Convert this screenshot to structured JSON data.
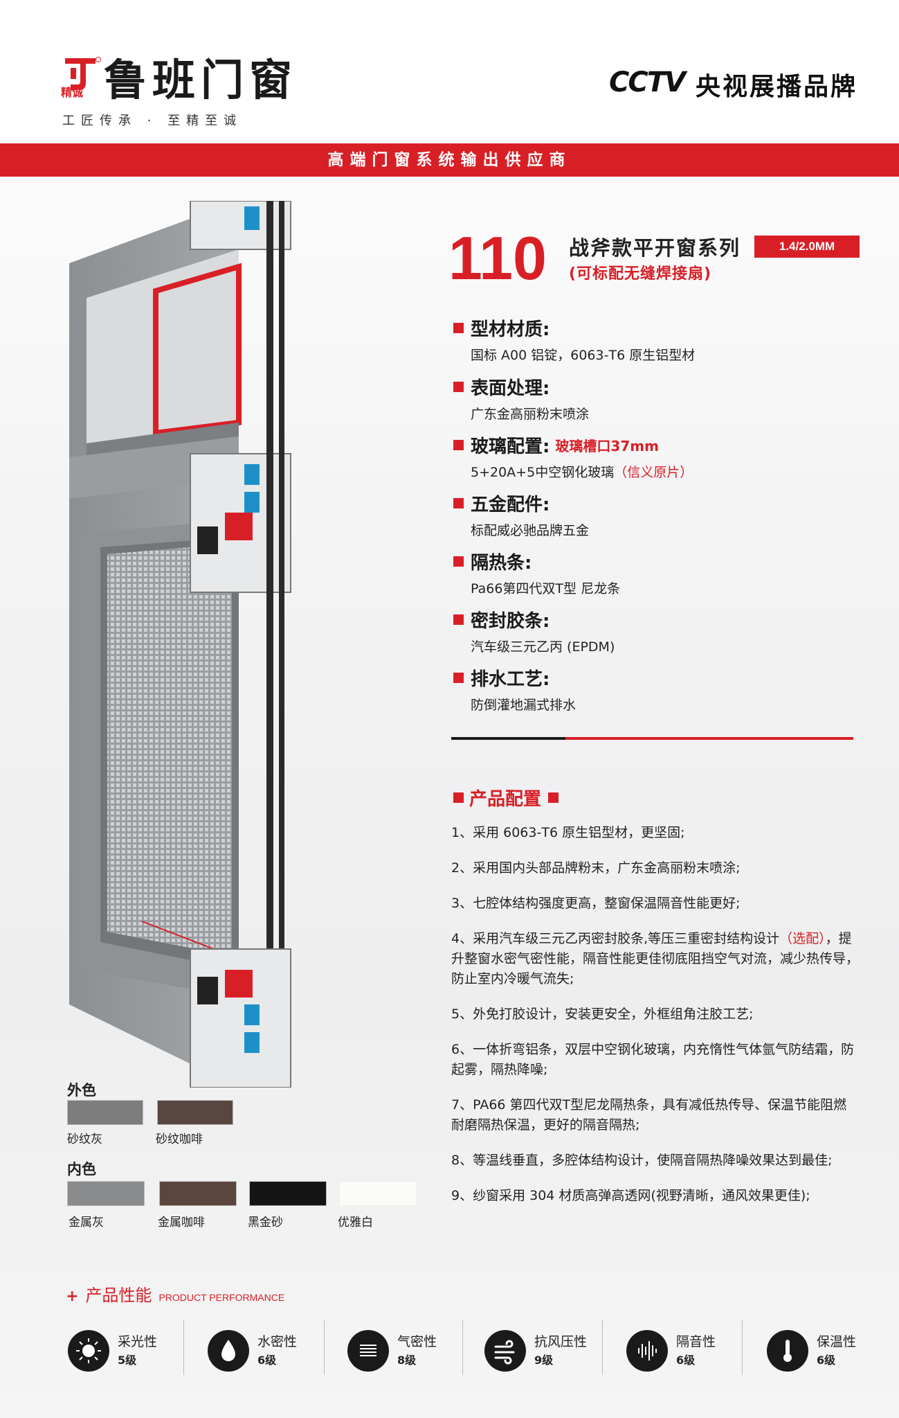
{
  "header": {
    "logo_text": "精诚",
    "brand_name": "鲁班门窗",
    "slogan": "工匠传承 · 至精至诚",
    "cctv_logo": "CCTV",
    "cctv_text": "央视展播品牌"
  },
  "banner": {
    "text": "高端门窗系统输出供应商"
  },
  "product": {
    "series_number": "110",
    "series_name": "战斧款平开窗系列",
    "series_sub": "(可标配无缝焊接扇)",
    "thickness": "1.4/2.0MM"
  },
  "specs": [
    {
      "title": "型材材质:",
      "note": "",
      "desc": "国标 A00 铝锭，6063-T6 原生铝型材",
      "desc_red": ""
    },
    {
      "title": "表面处理:",
      "note": "",
      "desc": "广东金高丽粉末喷涂",
      "desc_red": ""
    },
    {
      "title": "玻璃配置:",
      "note": "玻璃槽口37mm",
      "desc": "5+20A+5中空钢化玻璃",
      "desc_red": "（信义原片）"
    },
    {
      "title": "五金配件:",
      "note": "",
      "desc": "标配威必驰品牌五金",
      "desc_red": ""
    },
    {
      "title": "隔热条:",
      "note": "",
      "desc": "Pa66第四代双T型 尼龙条",
      "desc_red": ""
    },
    {
      "title": "密封胶条:",
      "note": "",
      "desc": "汽车级三元乙丙 (EPDM)",
      "desc_red": ""
    },
    {
      "title": "排水工艺:",
      "note": "",
      "desc": "防倒灌地漏式排水",
      "desc_red": ""
    }
  ],
  "config": {
    "title": "产品配置",
    "items": [
      {
        "text": "1、采用 6063-T6 原生铝型材，更坚固;",
        "red": "",
        "rest": ""
      },
      {
        "text": "2、采用国内头部品牌粉末，广东金高丽粉末喷涂;",
        "red": "",
        "rest": ""
      },
      {
        "text": "3、七腔体结构强度更高，整窗保温隔音性能更好;",
        "red": "",
        "rest": ""
      },
      {
        "text": "4、采用汽车级三元乙丙密封胶条,等压三重密封结构设计",
        "red": "（选配）",
        "rest": "，提升整窗水密气密性能，隔音性能更佳彻底阻挡空气对流，减少热传导，防止室内冷暖气流失;"
      },
      {
        "text": "5、外免打胶设计，安装更安全，外框组角注胶工艺;",
        "red": "",
        "rest": ""
      },
      {
        "text": "6、一体折弯铝条，双层中空钢化玻璃，内充惰性气体氩气防结霜，防起雾，隔热降噪;",
        "red": "",
        "rest": ""
      },
      {
        "text": "7、PA66 第四代双T型尼龙隔热条，具有减低热传导、保温节能阻燃耐磨隔热保温，更好的隔音隔热;",
        "red": "",
        "rest": ""
      },
      {
        "text": "8、等温线垂直，多腔体结构设计，使隔音隔热降噪效果达到最佳;",
        "red": "",
        "rest": ""
      },
      {
        "text": "9、纱窗采用 304 材质高弹高透网(视野清晰，通风效果更佳);",
        "red": "",
        "rest": ""
      }
    ]
  },
  "colors": {
    "outer_title": "外色",
    "outer": [
      {
        "name": "砂纹灰",
        "hex": "#7d7d7d"
      },
      {
        "name": "砂纹咖啡",
        "hex": "#5a4640"
      }
    ],
    "inner_title": "内色",
    "inner": [
      {
        "name": "金属灰",
        "hex": "#8a8b8c"
      },
      {
        "name": "金属咖啡",
        "hex": "#5b463f"
      },
      {
        "name": "黑金砂",
        "hex": "#141414"
      },
      {
        "name": "优雅白",
        "hex": "#fbfbf7"
      }
    ]
  },
  "performance": {
    "title_cn": "产品性能",
    "title_en": "PRODUCT PERFORMANCE",
    "items": [
      {
        "label": "采光性",
        "level": "5级",
        "icon": "sun-icon"
      },
      {
        "label": "水密性",
        "level": "6级",
        "icon": "water-drop-icon"
      },
      {
        "label": "气密性",
        "level": "8级",
        "icon": "air-lines-icon"
      },
      {
        "label": "抗风压性",
        "level": "9级",
        "icon": "wind-icon"
      },
      {
        "label": "隔音性",
        "level": "6级",
        "icon": "sound-wave-icon"
      },
      {
        "label": "保温性",
        "level": "6级",
        "icon": "thermometer-icon"
      }
    ]
  },
  "theme": {
    "accent": "#d91f26",
    "dark": "#1a1a1a"
  }
}
